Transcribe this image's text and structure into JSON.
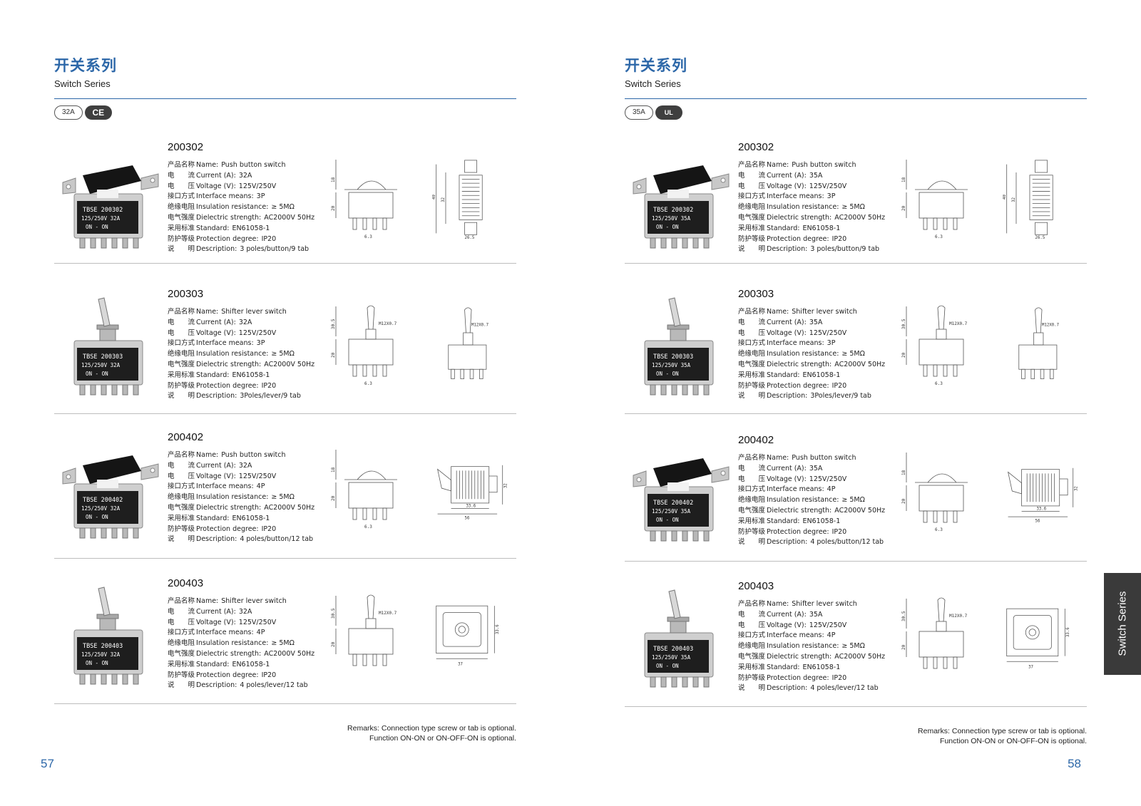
{
  "colors": {
    "accent": "#2c67a8",
    "divider": "#bdbdbd",
    "badge": "#3f3f3f",
    "tab": "#3a3a3a"
  },
  "side_tab": "Switch Series",
  "pages": [
    {
      "title_cn": "开关系列",
      "title_en": "Switch Series",
      "rating_badge": "32A",
      "mark_badge": "CE",
      "page_number": "57",
      "remarks": [
        "Remarks: Connection type screw or tab is optional.",
        "Function ON-ON or ON-OFF-ON is optional."
      ],
      "products": [
        {
          "code": "200302",
          "photo_text": [
            "TBSE 200302",
            "125/250V 32A",
            "ON - ON"
          ],
          "dims": {
            "a": "18",
            "b": "20",
            "c": "6.3",
            "d": "40",
            "e": "32",
            "f": "26.5"
          },
          "specs": [
            {
              "cn": "产品名称",
              "en": "Name:",
              "val": "Push button switch"
            },
            {
              "cn": "电　　流",
              "en": "Current (A):",
              "val": "32A"
            },
            {
              "cn": "电　　压",
              "en": "Voltage (V):",
              "val": "125V/250V"
            },
            {
              "cn": "接口方式",
              "en": "Interface means:",
              "val": "3P"
            },
            {
              "cn": "绝缘电阻",
              "en": "Insulation resistance:",
              "val": "≥ 5MΩ"
            },
            {
              "cn": "电气强度",
              "en": "Dielectric strength:",
              "val": "AC2000V 50Hz"
            },
            {
              "cn": "采用标准",
              "en": "Standard:",
              "val": "EN61058-1"
            },
            {
              "cn": "防护等级",
              "en": "Protection degree:",
              "val": "IP20"
            },
            {
              "cn": "说　　明",
              "en": "Description:",
              "val": "3 poles/button/9 tab"
            }
          ]
        },
        {
          "code": "200303",
          "photo_text": [
            "TBSE 200303",
            "125/250V 32A",
            "ON - ON"
          ],
          "dims": {
            "a": "30.5",
            "b": "20",
            "c": "6.3",
            "m": "M12X0.7"
          },
          "specs": [
            {
              "cn": "产品名称",
              "en": "Name:",
              "val": "Shifter lever switch"
            },
            {
              "cn": "电　　流",
              "en": "Current (A):",
              "val": "32A"
            },
            {
              "cn": "电　　压",
              "en": "Voltage (V):",
              "val": "125V/250V"
            },
            {
              "cn": "接口方式",
              "en": "Interface means:",
              "val": "3P"
            },
            {
              "cn": "绝缘电阻",
              "en": "Insulation resistance:",
              "val": "≥ 5MΩ"
            },
            {
              "cn": "电气强度",
              "en": "Dielectric strength:",
              "val": "AC2000V 50Hz"
            },
            {
              "cn": "采用标准",
              "en": "Standard:",
              "val": "EN61058-1"
            },
            {
              "cn": "防护等级",
              "en": "Protection degree:",
              "val": "IP20"
            },
            {
              "cn": "说　　明",
              "en": "Description:",
              "val": "3Poles/lever/9 tab"
            }
          ]
        },
        {
          "code": "200402",
          "photo_text": [
            "TBSE 200402",
            "125/250V 32A",
            "ON - ON"
          ],
          "dims": {
            "a": "18",
            "b": "20",
            "c": "6.3",
            "d": "32",
            "e": "33.6",
            "f": "56"
          },
          "specs": [
            {
              "cn": "产品名称",
              "en": "Name:",
              "val": "Push button switch"
            },
            {
              "cn": "电　　流",
              "en": "Current (A):",
              "val": "32A"
            },
            {
              "cn": "电　　压",
              "en": "Voltage (V):",
              "val": "125V/250V"
            },
            {
              "cn": "接口方式",
              "en": "Interface means:",
              "val": "4P"
            },
            {
              "cn": "绝缘电阻",
              "en": "Insulation resistance:",
              "val": "≥ 5MΩ"
            },
            {
              "cn": "电气强度",
              "en": "Dielectric strength:",
              "val": "AC2000V 50Hz"
            },
            {
              "cn": "采用标准",
              "en": "Standard:",
              "val": "EN61058-1"
            },
            {
              "cn": "防护等级",
              "en": "Protection degree:",
              "val": "IP20"
            },
            {
              "cn": "说　　明",
              "en": "Description:",
              "val": "4 poles/button/12 tab"
            }
          ]
        },
        {
          "code": "200403",
          "photo_text": [
            "TBSE 200403",
            "125/250V 32A",
            "ON - ON"
          ],
          "dims": {
            "a": "30.5",
            "b": "20",
            "m": "M12X0.7",
            "e": "33.6",
            "f": "37"
          },
          "specs": [
            {
              "cn": "产品名称",
              "en": "Name:",
              "val": "Shifter lever switch"
            },
            {
              "cn": "电　　流",
              "en": "Current (A):",
              "val": "32A"
            },
            {
              "cn": "电　　压",
              "en": "Voltage (V):",
              "val": "125V/250V"
            },
            {
              "cn": "接口方式",
              "en": "Interface means:",
              "val": "4P"
            },
            {
              "cn": "绝缘电阻",
              "en": "Insulation resistance:",
              "val": "≥ 5MΩ"
            },
            {
              "cn": "电气强度",
              "en": "Dielectric strength:",
              "val": "AC2000V 50Hz"
            },
            {
              "cn": "采用标准",
              "en": "Standard:",
              "val": "EN61058-1"
            },
            {
              "cn": "防护等级",
              "en": "Protection degree:",
              "val": "IP20"
            },
            {
              "cn": "说　　明",
              "en": "Description:",
              "val": "4 poles/lever/12  tab"
            }
          ]
        }
      ]
    },
    {
      "title_cn": "开关系列",
      "title_en": "Switch Series",
      "rating_badge": "35A",
      "mark_badge": "UL",
      "page_number": "58",
      "remarks": [
        "Remarks: Connection type screw or tab is optional.",
        "Function ON-ON or ON-OFF-ON is optional."
      ],
      "products": [
        {
          "code": "200302",
          "photo_text": [
            "TBSE 200302",
            "125/250V 35A",
            "ON - ON"
          ],
          "dims": {
            "a": "18",
            "b": "20",
            "c": "6.3",
            "d": "40",
            "e": "32",
            "f": "26.5"
          },
          "specs": [
            {
              "cn": "产品名称",
              "en": "Name:",
              "val": "Push button switch"
            },
            {
              "cn": "电　　流",
              "en": "Current (A):",
              "val": "35A"
            },
            {
              "cn": "电　　压",
              "en": "Voltage (V):",
              "val": "125V/250V"
            },
            {
              "cn": "接口方式",
              "en": "Interface means:",
              "val": "3P"
            },
            {
              "cn": "绝缘电阻",
              "en": "Insulation resistance:",
              "val": "≥ 5MΩ"
            },
            {
              "cn": "电气强度",
              "en": "Dielectric strength:",
              "val": "AC2000V 50Hz"
            },
            {
              "cn": "采用标准",
              "en": "Standard:",
              "val": "EN61058-1"
            },
            {
              "cn": "防护等级",
              "en": "Protection degree:",
              "val": "IP20"
            },
            {
              "cn": "说　　明",
              "en": "Description:",
              "val": "3 poles/button/9 tab"
            }
          ]
        },
        {
          "code": "200303",
          "photo_text": [
            "TBSE 200303",
            "125/250V 35A",
            "ON - ON"
          ],
          "dims": {
            "a": "30.5",
            "b": "20",
            "c": "6.3",
            "m": "M12X0.7"
          },
          "specs": [
            {
              "cn": "产品名称",
              "en": "Name:",
              "val": "Shifter lever switch"
            },
            {
              "cn": "电　　流",
              "en": "Current (A):",
              "val": "35A"
            },
            {
              "cn": "电　　压",
              "en": "Voltage (V):",
              "val": "125V/250V"
            },
            {
              "cn": "接口方式",
              "en": "Interface means:",
              "val": "3P"
            },
            {
              "cn": "绝缘电阻",
              "en": "Insulation resistance:",
              "val": "≥ 5MΩ"
            },
            {
              "cn": "电气强度",
              "en": "Dielectric strength:",
              "val": "AC2000V 50Hz"
            },
            {
              "cn": "采用标准",
              "en": "Standard:",
              "val": "EN61058-1"
            },
            {
              "cn": "防护等级",
              "en": "Protection degree:",
              "val": "IP20"
            },
            {
              "cn": "说　　明",
              "en": "Description:",
              "val": "3Poles/lever/9 tab"
            }
          ]
        },
        {
          "code": "200402",
          "photo_text": [
            "TBSE 200402",
            "125/250V 35A",
            "ON - ON"
          ],
          "dims": {
            "a": "18",
            "b": "20",
            "c": "6.3",
            "d": "32",
            "e": "33.6",
            "f": "56"
          },
          "specs": [
            {
              "cn": "产品名称",
              "en": "Name:",
              "val": "Push button switch"
            },
            {
              "cn": "电　　流",
              "en": "Current (A):",
              "val": "35A"
            },
            {
              "cn": "电　　压",
              "en": "Voltage (V):",
              "val": "125V/250V"
            },
            {
              "cn": "接口方式",
              "en": "Interface means:",
              "val": "4P"
            },
            {
              "cn": "绝缘电阻",
              "en": "Insulation resistance:",
              "val": "≥ 5MΩ"
            },
            {
              "cn": "电气强度",
              "en": "Dielectric strength:",
              "val": "AC2000V 50Hz"
            },
            {
              "cn": "采用标准",
              "en": "Standard:",
              "val": "EN61058-1"
            },
            {
              "cn": "防护等级",
              "en": "Protection degree:",
              "val": "IP20"
            },
            {
              "cn": "说　　明",
              "en": "Description:",
              "val": "4 poles/button/12 tab"
            }
          ]
        },
        {
          "code": "200403",
          "photo_text": [
            "TBSE 200403",
            "125/250V 35A",
            "ON - ON"
          ],
          "dims": {
            "a": "30.5",
            "b": "20",
            "m": "M12X0.7",
            "e": "33.6",
            "f": "37"
          },
          "specs": [
            {
              "cn": "产品名称",
              "en": "Name:",
              "val": "Shifter lever switch"
            },
            {
              "cn": "电　　流",
              "en": "Current (A):",
              "val": "35A"
            },
            {
              "cn": "电　　压",
              "en": "Voltage (V):",
              "val": "125V/250V"
            },
            {
              "cn": "接口方式",
              "en": "Interface means:",
              "val": "4P"
            },
            {
              "cn": "绝缘电阻",
              "en": "Insulation resistance:",
              "val": "≥ 5MΩ"
            },
            {
              "cn": "电气强度",
              "en": "Dielectric strength:",
              "val": "AC2000V 50Hz"
            },
            {
              "cn": "采用标准",
              "en": "Standard:",
              "val": "EN61058-1"
            },
            {
              "cn": "防护等级",
              "en": "Protection degree:",
              "val": "IP20"
            },
            {
              "cn": "说　　明",
              "en": "Description:",
              "val": "4 poles/lever/12  tab"
            }
          ]
        }
      ]
    }
  ]
}
